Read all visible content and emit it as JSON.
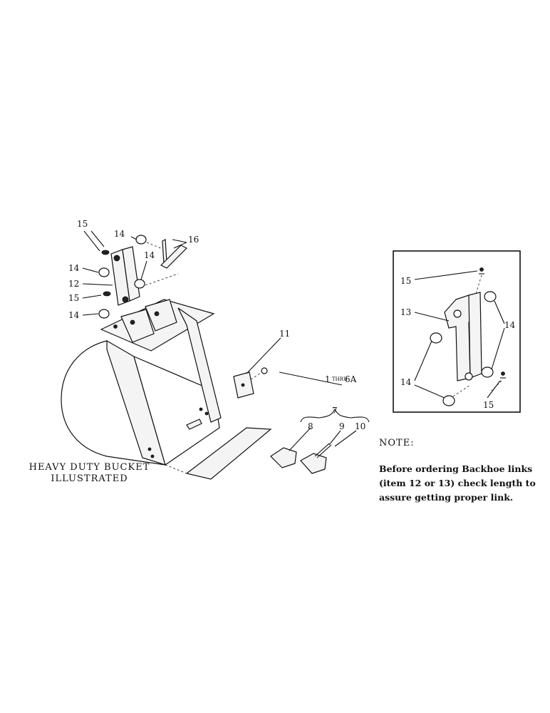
{
  "caption": {
    "line1": "HEAVY DUTY BUCKET",
    "line2": "ILLUSTRATED"
  },
  "note": {
    "title": "NOTE:",
    "line1": "Before ordering Backhoe links",
    "line2": "(item 12 or 13) check length to",
    "line3": "assure getting proper link."
  },
  "callouts": {
    "c15a": "15",
    "c14a": "14",
    "c16": "16",
    "c14b": "14",
    "c14c": "14",
    "c12": "12",
    "c15b": "15",
    "c14d": "14",
    "c11": "11",
    "c1": "1",
    "c1_thru": "THRU",
    "c6a": "6A",
    "c7": "7",
    "c8": "8",
    "c9": "9",
    "c10": "10"
  },
  "inset_callouts": {
    "c15top": "15",
    "c13": "13",
    "c14right": "14",
    "c14left": "14",
    "c15bottom": "15"
  }
}
